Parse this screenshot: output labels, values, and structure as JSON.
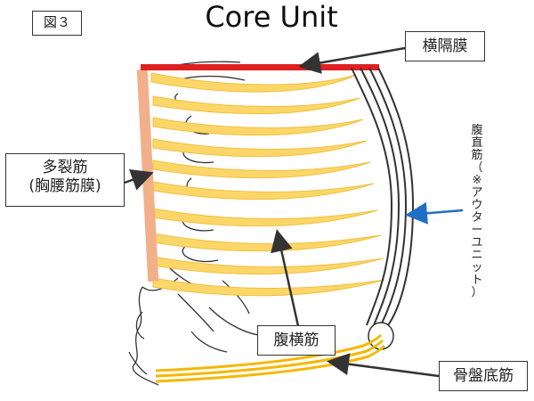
{
  "figure_label": "図３",
  "title": "Core Unit",
  "labels": {
    "diaphragm": "横隔膜",
    "multifidus_line1": "多裂筋",
    "multifidus_line2": "(胸腰筋膜)",
    "transversus_abdominis": "腹横筋",
    "pelvic_floor": "骨盤底筋",
    "rectus_abdominis_vertical": "腹直筋（※アウターユニット）"
  },
  "colors": {
    "diaphragm": "#e02020",
    "transversus_bands": "#fcd668",
    "multifidus": "#f2b08a",
    "pelvic_floor": "#f5b800",
    "rectus_arrow": "#1f6fc4",
    "outline": "#333333"
  }
}
